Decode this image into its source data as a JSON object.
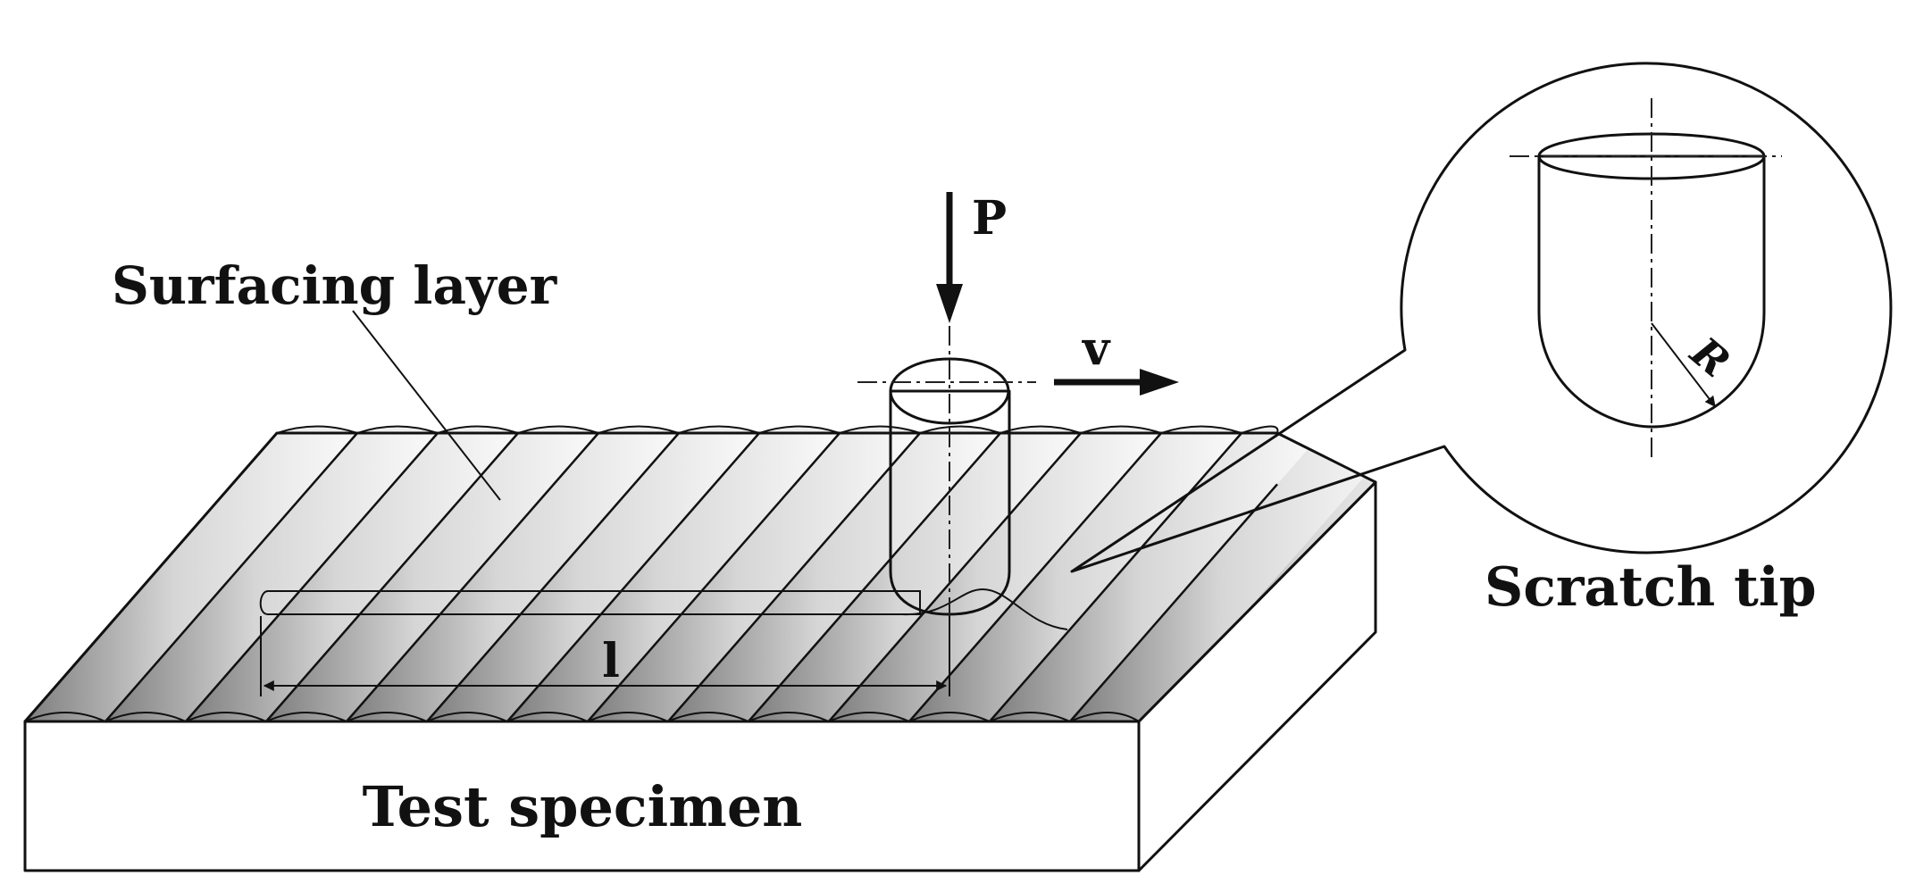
{
  "labels": {
    "surfacing_layer": "Surfacing layer",
    "test_specimen": "Test specimen",
    "scratch_tip": "Scratch tip",
    "load": "P",
    "velocity": "v",
    "length": "l",
    "radius": "R"
  },
  "colors": {
    "outline": "#111111",
    "bead_light": "#f4f4f4",
    "bead_dark": "#8a8a8a",
    "cylinder_top": "#9a9a9a"
  }
}
